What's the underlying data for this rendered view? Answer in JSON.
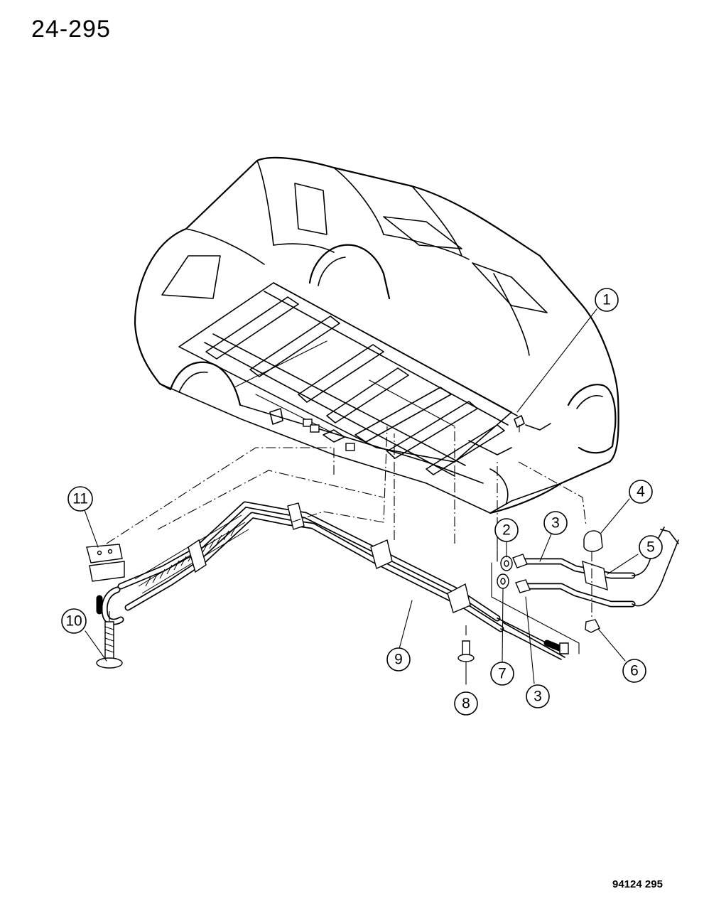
{
  "header": {
    "page_code": "24-295"
  },
  "footer": {
    "figure_code": "94124  295"
  },
  "callouts": [
    {
      "number": "1"
    },
    {
      "number": "2"
    },
    {
      "number": "3"
    },
    {
      "number": "3"
    },
    {
      "number": "4"
    },
    {
      "number": "5"
    },
    {
      "number": "6"
    },
    {
      "number": "7"
    },
    {
      "number": "8"
    },
    {
      "number": "9"
    },
    {
      "number": "10"
    },
    {
      "number": "11"
    }
  ]
}
